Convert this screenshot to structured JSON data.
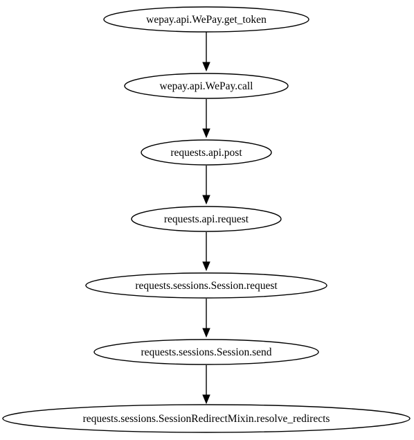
{
  "graph": {
    "direction": "top-to-bottom",
    "nodes": [
      {
        "id": "n1",
        "label": "wepay.api.WePay.get_token"
      },
      {
        "id": "n2",
        "label": "wepay.api.WePay.call"
      },
      {
        "id": "n3",
        "label": "requests.api.post"
      },
      {
        "id": "n4",
        "label": "requests.api.request"
      },
      {
        "id": "n5",
        "label": "requests.sessions.Session.request"
      },
      {
        "id": "n6",
        "label": "requests.sessions.Session.send"
      },
      {
        "id": "n7",
        "label": "requests.sessions.SessionRedirectMixin.resolve_redirects"
      }
    ],
    "edges": [
      {
        "from": "n1",
        "to": "n2"
      },
      {
        "from": "n2",
        "to": "n3"
      },
      {
        "from": "n3",
        "to": "n4"
      },
      {
        "from": "n4",
        "to": "n5"
      },
      {
        "from": "n5",
        "to": "n6"
      },
      {
        "from": "n6",
        "to": "n7"
      }
    ],
    "colors": {
      "stroke": "#000000",
      "fill": "#ffffff",
      "text": "#000000"
    }
  }
}
